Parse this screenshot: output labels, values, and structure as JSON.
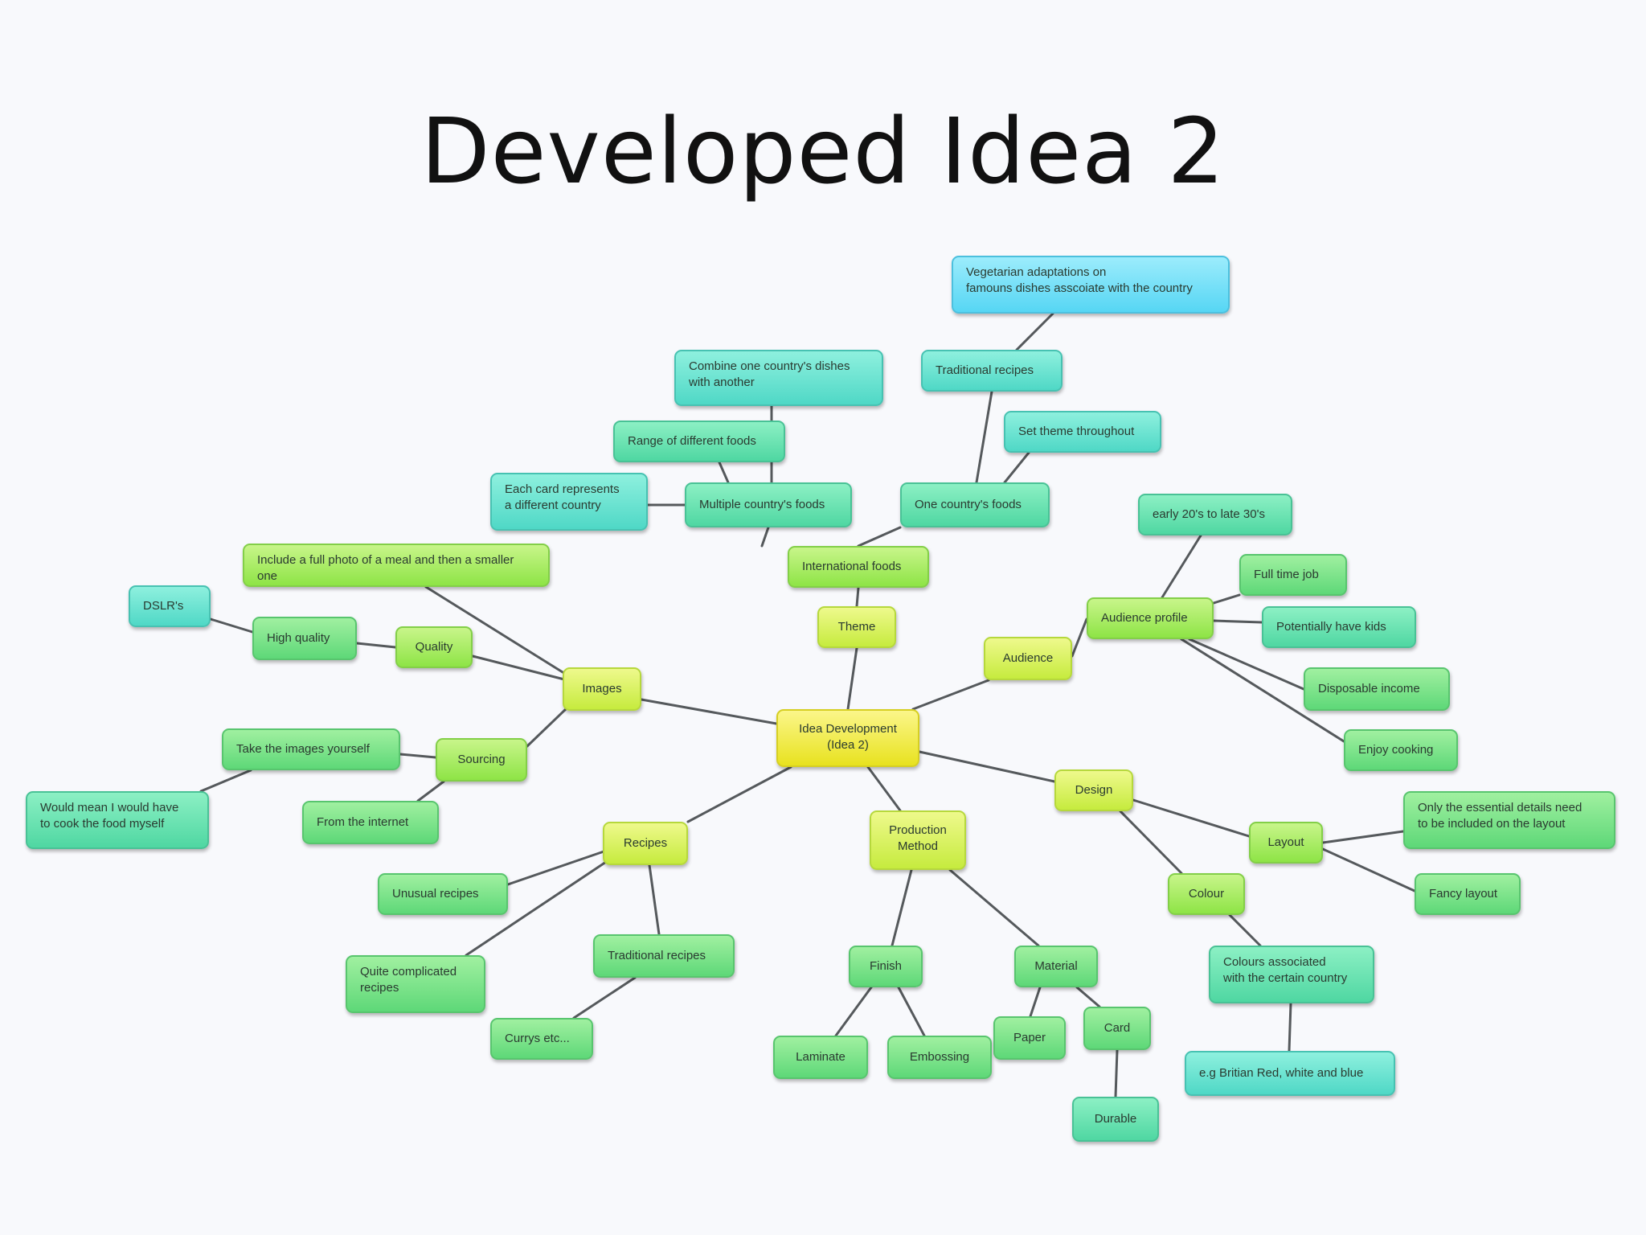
{
  "title": "Developed Idea 2",
  "colors": {
    "background": "#f8f9fc",
    "center_node": "#e8e21f",
    "inner_nodes": "#c6eb3e",
    "green_nodes": "#5ed878",
    "teal_nodes": "#4fd8c6",
    "cyan_nodes": "#56d6f4",
    "connector": "#55595c"
  },
  "nodes": {
    "center": "Idea Development\n(Idea 2)",
    "theme": "Theme",
    "international_foods": "International foods",
    "multiple_countrys_foods": "Multiple country's foods",
    "one_countrys_foods": "One country's foods",
    "each_card_represents": "Each card represents\na different country",
    "range_of_different_foods": "Range of different foods",
    "combine_dishes": "Combine one country's dishes\nwith another",
    "traditional_recipes_theme": "Traditional recipes",
    "vegetarian_adaptations": "Vegetarian adaptations on\nfamouns dishes asscoiate with the country",
    "set_theme_throughout": "Set theme throughout",
    "audience": "Audience",
    "audience_profile": "Audience profile",
    "age_range": "early 20's to late 30's",
    "full_time_job": "Full time job",
    "potentially_have_kids": "Potentially have kids",
    "disposable_income": "Disposable income",
    "enjoy_cooking": "Enjoy cooking",
    "design": "Design",
    "layout": "Layout",
    "only_essential_details": "Only the essential details need\nto be included on the layout",
    "fancy_layout": "Fancy layout",
    "colour": "Colour",
    "colours_associated": "Colours associated\nwith the certain country",
    "colour_example": "e.g Britian Red, white and blue",
    "production_method": "Production\nMethod",
    "finish": "Finish",
    "laminate": "Laminate",
    "embossing": "Embossing",
    "material": "Material",
    "paper": "Paper",
    "card": "Card",
    "durable": "Durable",
    "recipes": "Recipes",
    "unusual_recipes": "Unusual recipes",
    "quite_complicated_recipes": "Quite complicated\nrecipes",
    "traditional_recipes": "Traditional recipes",
    "currys": "Currys etc...",
    "images": "Images",
    "full_photo": "Include a full photo of a meal and then a smaller\none",
    "quality": "Quality",
    "high_quality": "High quality",
    "dslrs": "DSLR's",
    "sourcing": "Sourcing",
    "take_images_yourself": "Take the images yourself",
    "cook_food_yourself": "Would mean I would have\nto cook the food myself",
    "from_internet": "From the internet"
  }
}
